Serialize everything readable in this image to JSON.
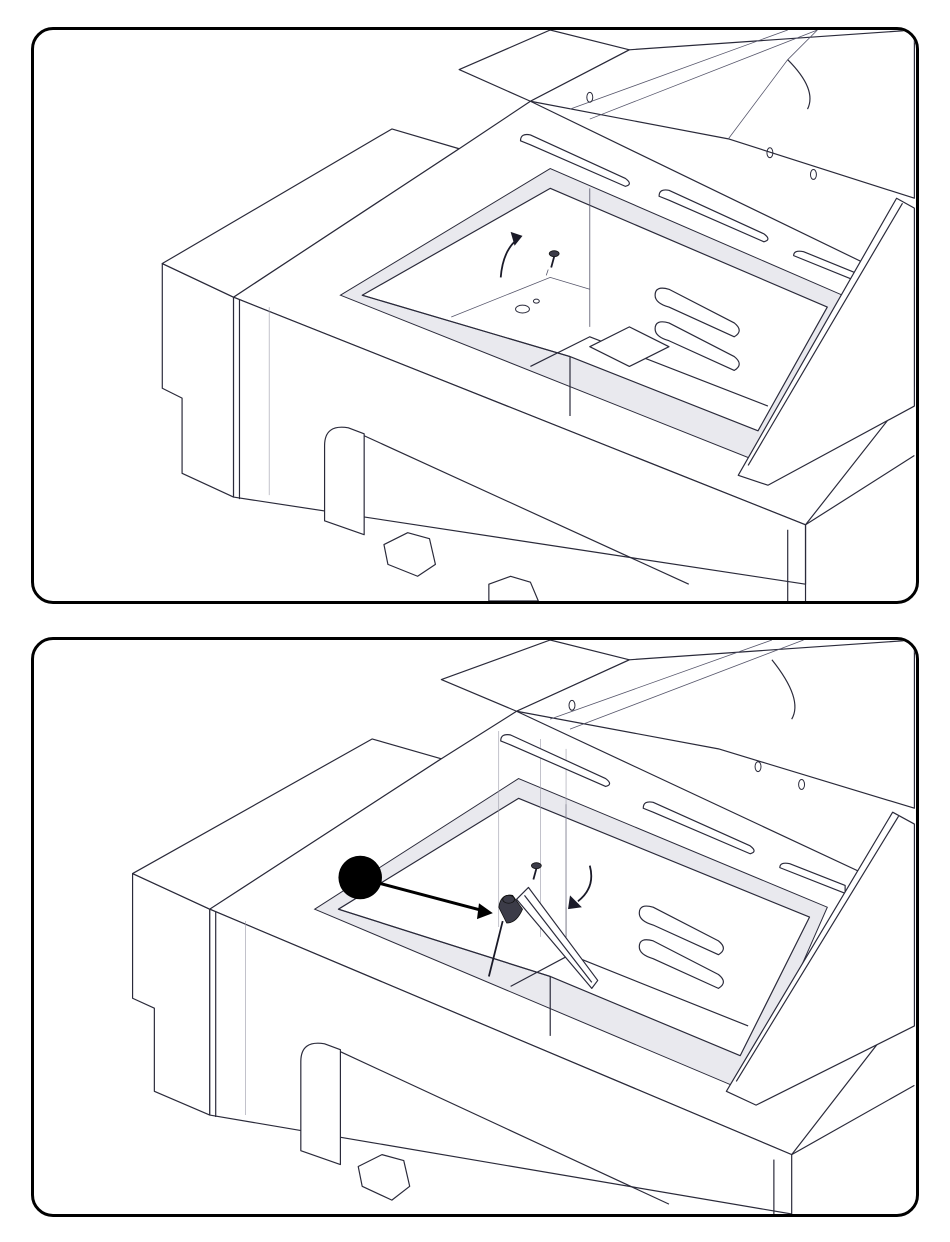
{
  "figure": {
    "panels": [
      {
        "id": "step-a",
        "description_visible": "",
        "parts": [
          "grill-body",
          "side-shelf-cavity",
          "screw",
          "up-arrow"
        ]
      },
      {
        "id": "step-b",
        "description_visible": "",
        "parts": [
          "grill-body",
          "side-shelf-cavity",
          "screw",
          "igniter-wire",
          "callout-marker"
        ]
      }
    ],
    "callout": {
      "marker_color": "#000000",
      "label": ""
    },
    "colors": {
      "line": "#2a2a3a",
      "frame": "#000000",
      "background": "#ffffff",
      "igniter": "#3c3c48"
    },
    "icons": {
      "arrow_up": "curved-up-arrow-icon",
      "arrow_down": "curved-down-arrow-icon",
      "callout": "callout-dot-icon"
    }
  }
}
